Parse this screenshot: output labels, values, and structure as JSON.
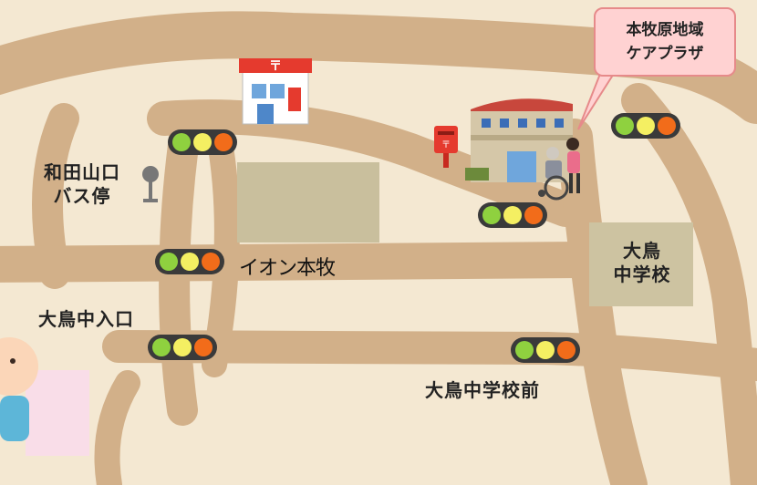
{
  "map": {
    "callout": {
      "line1": "本牧原地域",
      "line2": "ケアプラザ"
    },
    "labels": {
      "bus_stop": {
        "line1": "和田山口",
        "line2": "バス停"
      },
      "aeon": "イオン本牧",
      "middle_school": {
        "line1": "大鳥",
        "line2": "中学校"
      },
      "intersection_naka_iriguchi": "大鳥中入口",
      "intersection_school_front": "大鳥中学校前"
    },
    "colors": {
      "ground": "#f4e8d2",
      "road": "#d2b089",
      "aeon_block": "#c9bf9d",
      "school_block": "#cdc3a1",
      "signal_green": "#8fd13f",
      "signal_yellow": "#f4ef62",
      "signal_red": "#f26c1a"
    },
    "icons": [
      "post-office-icon",
      "mailbox-icon",
      "care-facility-building-icon",
      "wheelchair-caregiver-icon",
      "bus-stop-sign-icon",
      "baby-character-icon",
      "traffic-signal-icon"
    ]
  }
}
